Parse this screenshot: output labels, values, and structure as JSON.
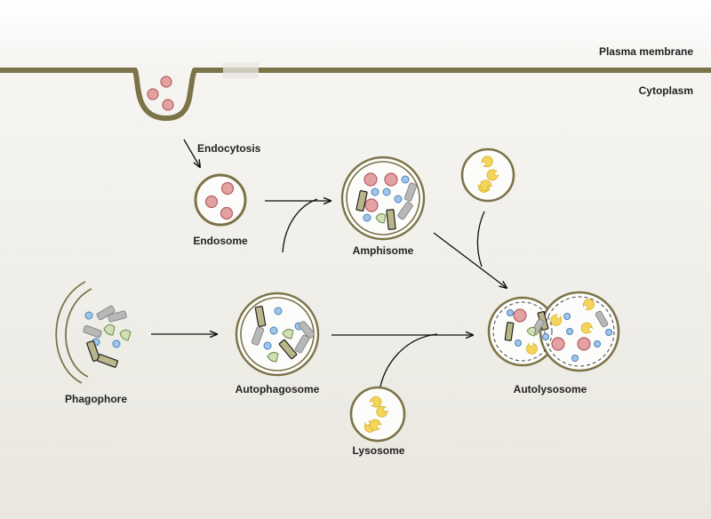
{
  "labels": {
    "plasma_membrane": "Plasma membrane",
    "cytoplasm": "Cytoplasm",
    "endocytosis": "Endocytosis",
    "endosome": "Endosome",
    "amphisome": "Amphisome",
    "phagophore": "Phagophore",
    "autophagosome": "Autophagosome",
    "autolysosome": "Autolysosome",
    "lysosome": "Lysosome"
  },
  "colors": {
    "membrane": "#7d7349",
    "vesicle_fill": "#fcfcfa",
    "cargo_red": "#e3a2a2",
    "cargo_red_stroke": "#b65f63",
    "cargo_blue": "#9fc7ee",
    "cargo_blue_stroke": "#4d80b5",
    "cargo_green": "#cfe0b4",
    "rod_olive": "#b9b689",
    "rod_grey": "#b8b8b8",
    "enzyme_yellow": "#f4d55a",
    "enzyme_yellow_stroke": "#d4a91e",
    "arrow": "#111111"
  }
}
